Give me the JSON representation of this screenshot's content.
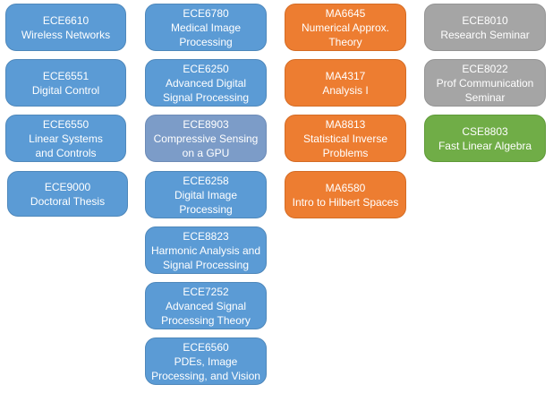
{
  "courses": {
    "ece6610": {
      "code": "ECE6610",
      "title": [
        "Wireless Networks"
      ],
      "color": "#5b9bd5"
    },
    "ece6551": {
      "code": "ECE6551",
      "title": [
        "Digital Control"
      ],
      "color": "#5b9bd5"
    },
    "ece6550": {
      "code": "ECE6550",
      "title": [
        "Linear Systems",
        "and Controls"
      ],
      "color": "#5b9bd5"
    },
    "ece9000": {
      "code": "ECE9000",
      "title": [
        "Doctoral Thesis"
      ],
      "color": "#5b9bd5"
    },
    "ece6780": {
      "code": "ECE6780",
      "title": [
        "Medical Image",
        "Processing"
      ],
      "color": "#5b9bd5"
    },
    "ece6250": {
      "code": "ECE6250",
      "title": [
        "Advanced Digital",
        "Signal Processing"
      ],
      "color": "#5b9bd5"
    },
    "ece8903": {
      "code": "ECE8903",
      "title": [
        "Compressive Sensing",
        "on a GPU"
      ],
      "color": "#7c9cc8"
    },
    "ece6258": {
      "code": "ECE6258",
      "title": [
        "Digital Image",
        "Processing"
      ],
      "color": "#5b9bd5"
    },
    "ece8823": {
      "code": "ECE8823",
      "title": [
        "Harmonic Analysis and",
        "Signal Processing"
      ],
      "color": "#5b9bd5"
    },
    "ece7252": {
      "code": "ECE7252",
      "title": [
        "Advanced Signal",
        "Processing Theory"
      ],
      "color": "#5b9bd5"
    },
    "ece6560": {
      "code": "ECE6560",
      "title": [
        "PDEs, Image",
        "Processing, and Vision"
      ],
      "color": "#5b9bd5"
    },
    "ma6645": {
      "code": "MA6645",
      "title": [
        "Numerical Approx.",
        "Theory"
      ],
      "color": "#ed7d31"
    },
    "ma4317": {
      "code": "MA4317",
      "title": [
        "Analysis I"
      ],
      "color": "#ed7d31"
    },
    "ma8813": {
      "code": "MA8813",
      "title": [
        "Statistical Inverse",
        "Problems"
      ],
      "color": "#ed7d31"
    },
    "ma6580": {
      "code": "MA6580",
      "title": [
        "Intro to Hilbert Spaces"
      ],
      "color": "#ed7d31"
    },
    "ece8010": {
      "code": "ECE8010",
      "title": [
        "Research Seminar"
      ],
      "color": "#a5a5a5"
    },
    "ece8022": {
      "code": "ECE8022",
      "title": [
        "Prof Communication",
        "Seminar"
      ],
      "color": "#a5a5a5"
    },
    "cse8803": {
      "code": "CSE8803",
      "title": [
        "Fast Linear Algebra"
      ],
      "color": "#70ad47"
    }
  }
}
